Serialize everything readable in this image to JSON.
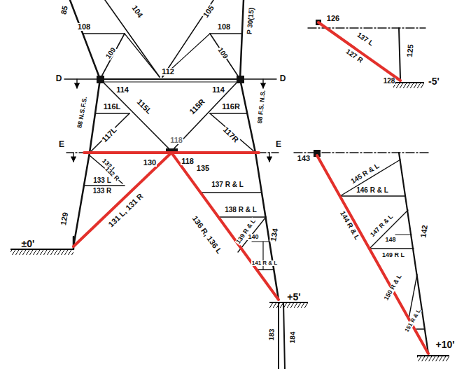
{
  "diagram": {
    "labels": [
      "85",
      "104",
      "105",
      "P 30(15)",
      "108",
      "108",
      "109",
      "109",
      "112",
      "D",
      "D",
      "114",
      "114",
      "88 N.S.F.S.",
      "88 F.S. N.S.",
      "116L",
      "115L",
      "115R",
      "116R",
      "117L",
      "118",
      "117R",
      "E",
      "E",
      "130",
      "118",
      "135",
      "132 L",
      "132 R",
      "129",
      "133 L",
      "133 R",
      "131 L, 131 R",
      "137 R & L",
      "138 R & L",
      "139 R & L",
      "140",
      "141 R & L",
      "136 R, 136 L",
      "134",
      "±0'",
      "+5'",
      "183",
      "184",
      "126",
      "137 L",
      "127 R",
      "125",
      "128",
      "-5'",
      "143",
      "145 R & L",
      "146 R & L",
      "144 R & L",
      "147 R & L",
      "148",
      "149 R L",
      "150 R & L",
      "151 R & L",
      "142",
      "+10'"
    ]
  }
}
